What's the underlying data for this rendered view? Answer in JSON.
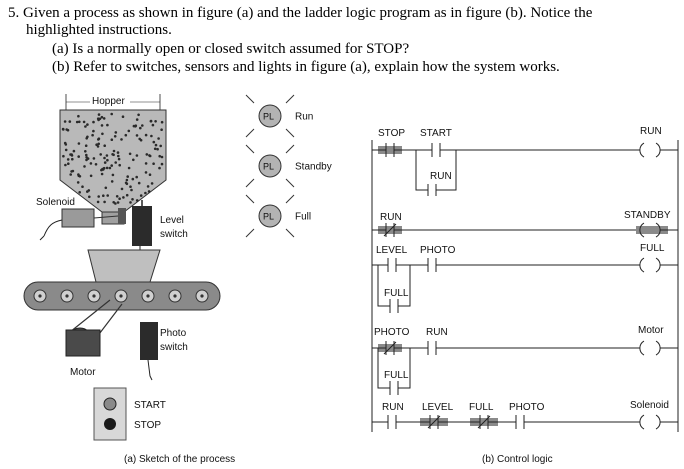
{
  "question": {
    "line1": "5. Given a process as shown in figure (a) and the ladder logic program as in figure (b). Notice the",
    "line2": "highlighted instructions.",
    "part_a": "(a) Is a normally open or closed switch assumed for STOP?",
    "part_b": "(b) Refer to switches, sensors and lights in figure (a), explain how the system works."
  },
  "sketch": {
    "hopper": "Hopper",
    "solenoid": "Solenoid",
    "level_switch": [
      "Level",
      "switch"
    ],
    "photo_switch": [
      "Photo",
      "switch"
    ],
    "motor": "Motor",
    "start": "START",
    "stop": "STOP",
    "pilot_lights": [
      {
        "badge": "PL",
        "label": "Run"
      },
      {
        "badge": "PL",
        "label": "Standby"
      },
      {
        "badge": "PL",
        "label": "Full"
      }
    ],
    "caption": "(a) Sketch of the process",
    "colors": {
      "hopper_dots": "#2a2a2a",
      "hopper_fill": "#b9b9b9",
      "conveyor": "#888888",
      "pilot": "#b3b3b3"
    }
  },
  "ladder": {
    "rung1": {
      "contact1": "STOP",
      "contact2": "START",
      "branch": "RUN",
      "coil": "RUN"
    },
    "rung2": {
      "contact": "RUN",
      "coil": "STANDBY"
    },
    "rung3": {
      "contact1": "LEVEL",
      "contact2": "PHOTO",
      "branch": "FULL",
      "coil": "FULL"
    },
    "rung4": {
      "contact1": "PHOTO",
      "contact2": "RUN",
      "branch": "FULL",
      "coil": "Motor"
    },
    "rung5": {
      "contact1": "RUN",
      "contact2": "LEVEL",
      "contact3": "FULL",
      "contact4": "PHOTO",
      "coil": "Solenoid"
    },
    "caption": "(b) Control logic",
    "colors": {
      "highlight": "#8a8a8a"
    }
  }
}
